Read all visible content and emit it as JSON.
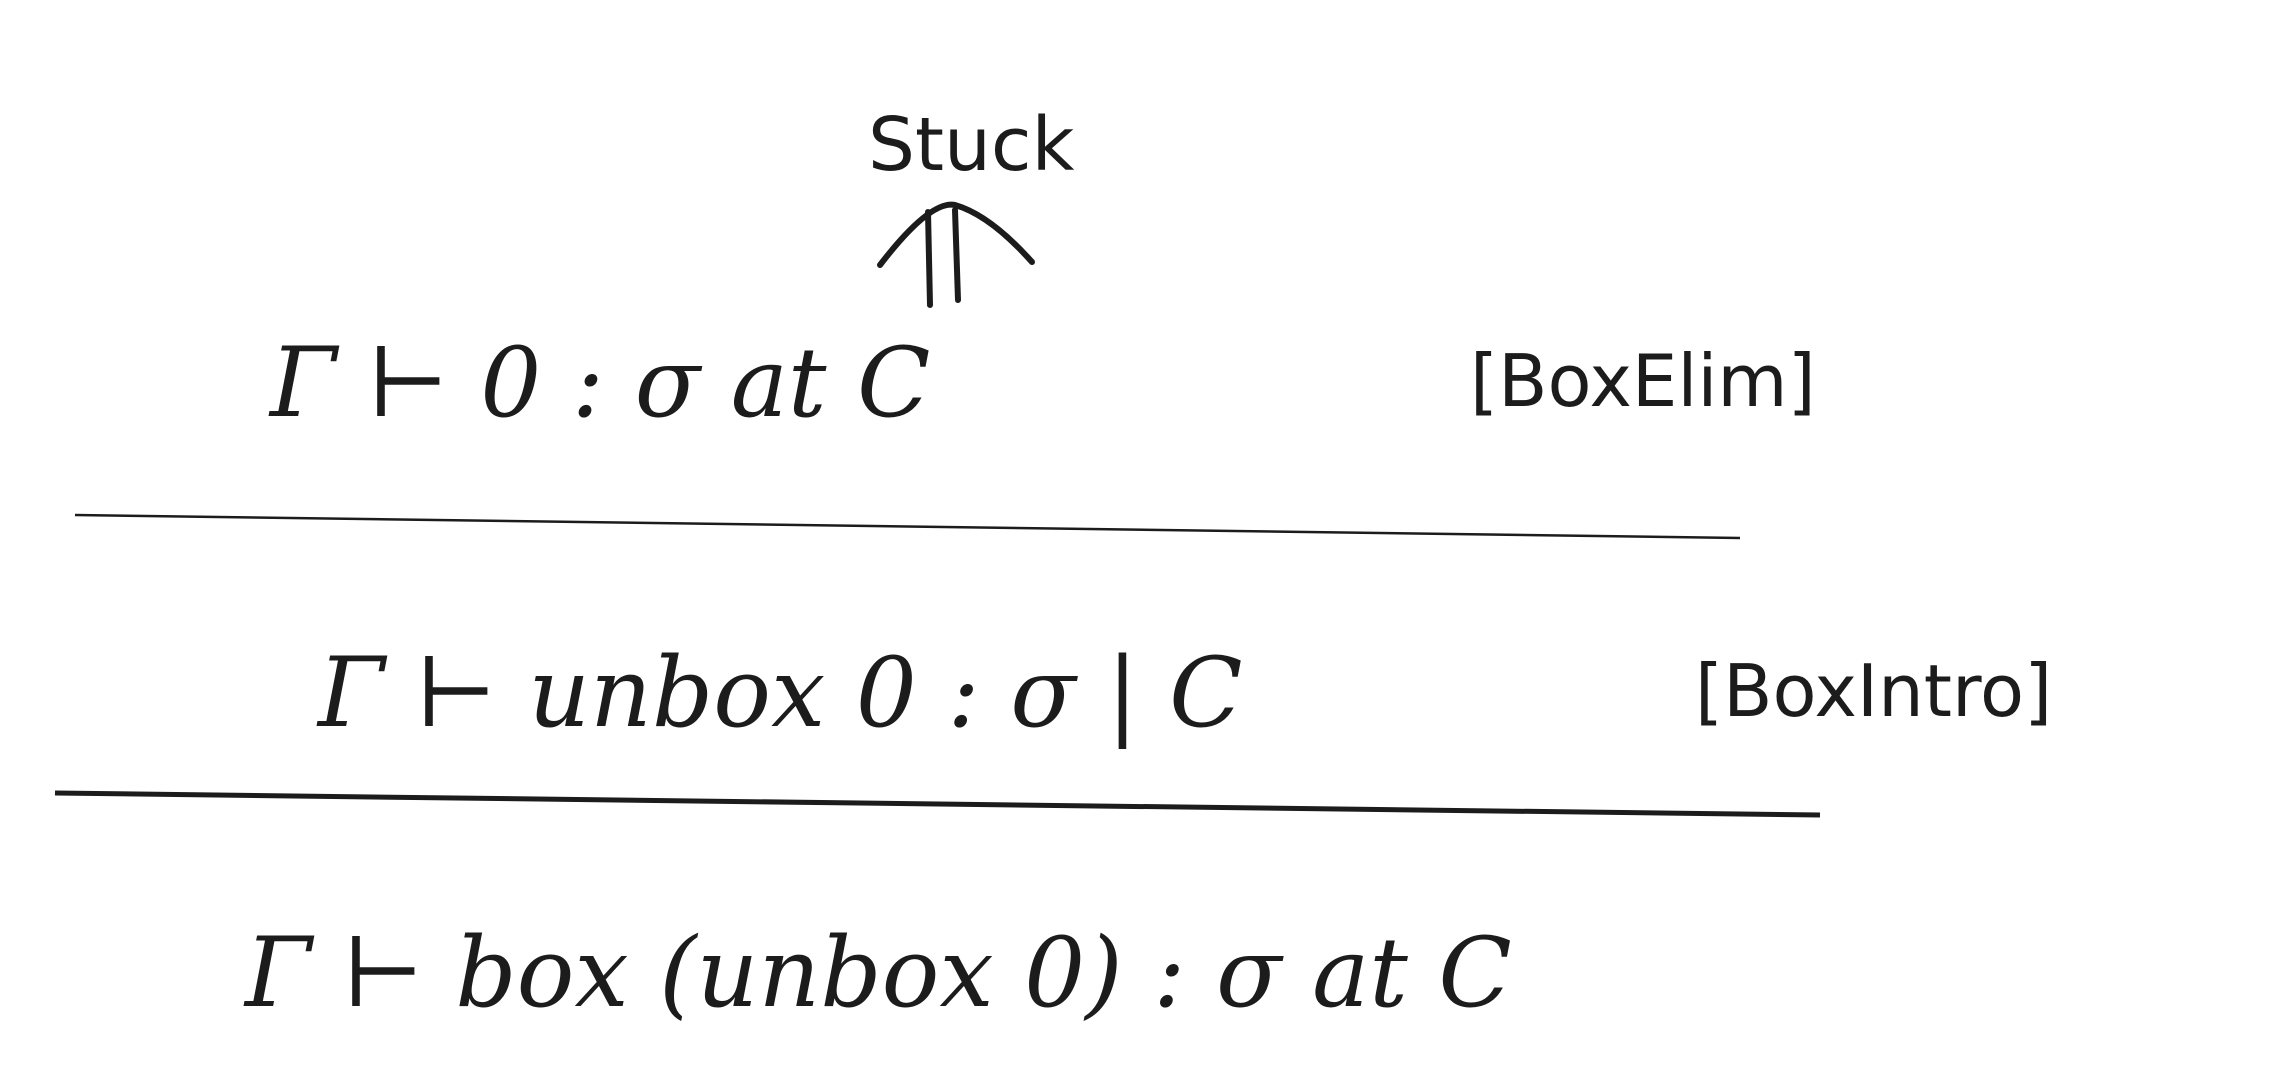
{
  "annotation": {
    "text": "Stuck",
    "arrow": "double-up-arrow"
  },
  "premise": {
    "judgement": "Γ ⊢ 0 : σ at C",
    "rule": "[BoxElim]"
  },
  "middle": {
    "judgement": "Γ ⊢ unbox 0 : σ | C",
    "rule": "[BoxIntro]"
  },
  "conclusion": {
    "judgement": "Γ ⊢ box (unbox 0) : σ at C"
  },
  "colors": {
    "ink": "#1c1c1c",
    "background": "#ffffff"
  }
}
